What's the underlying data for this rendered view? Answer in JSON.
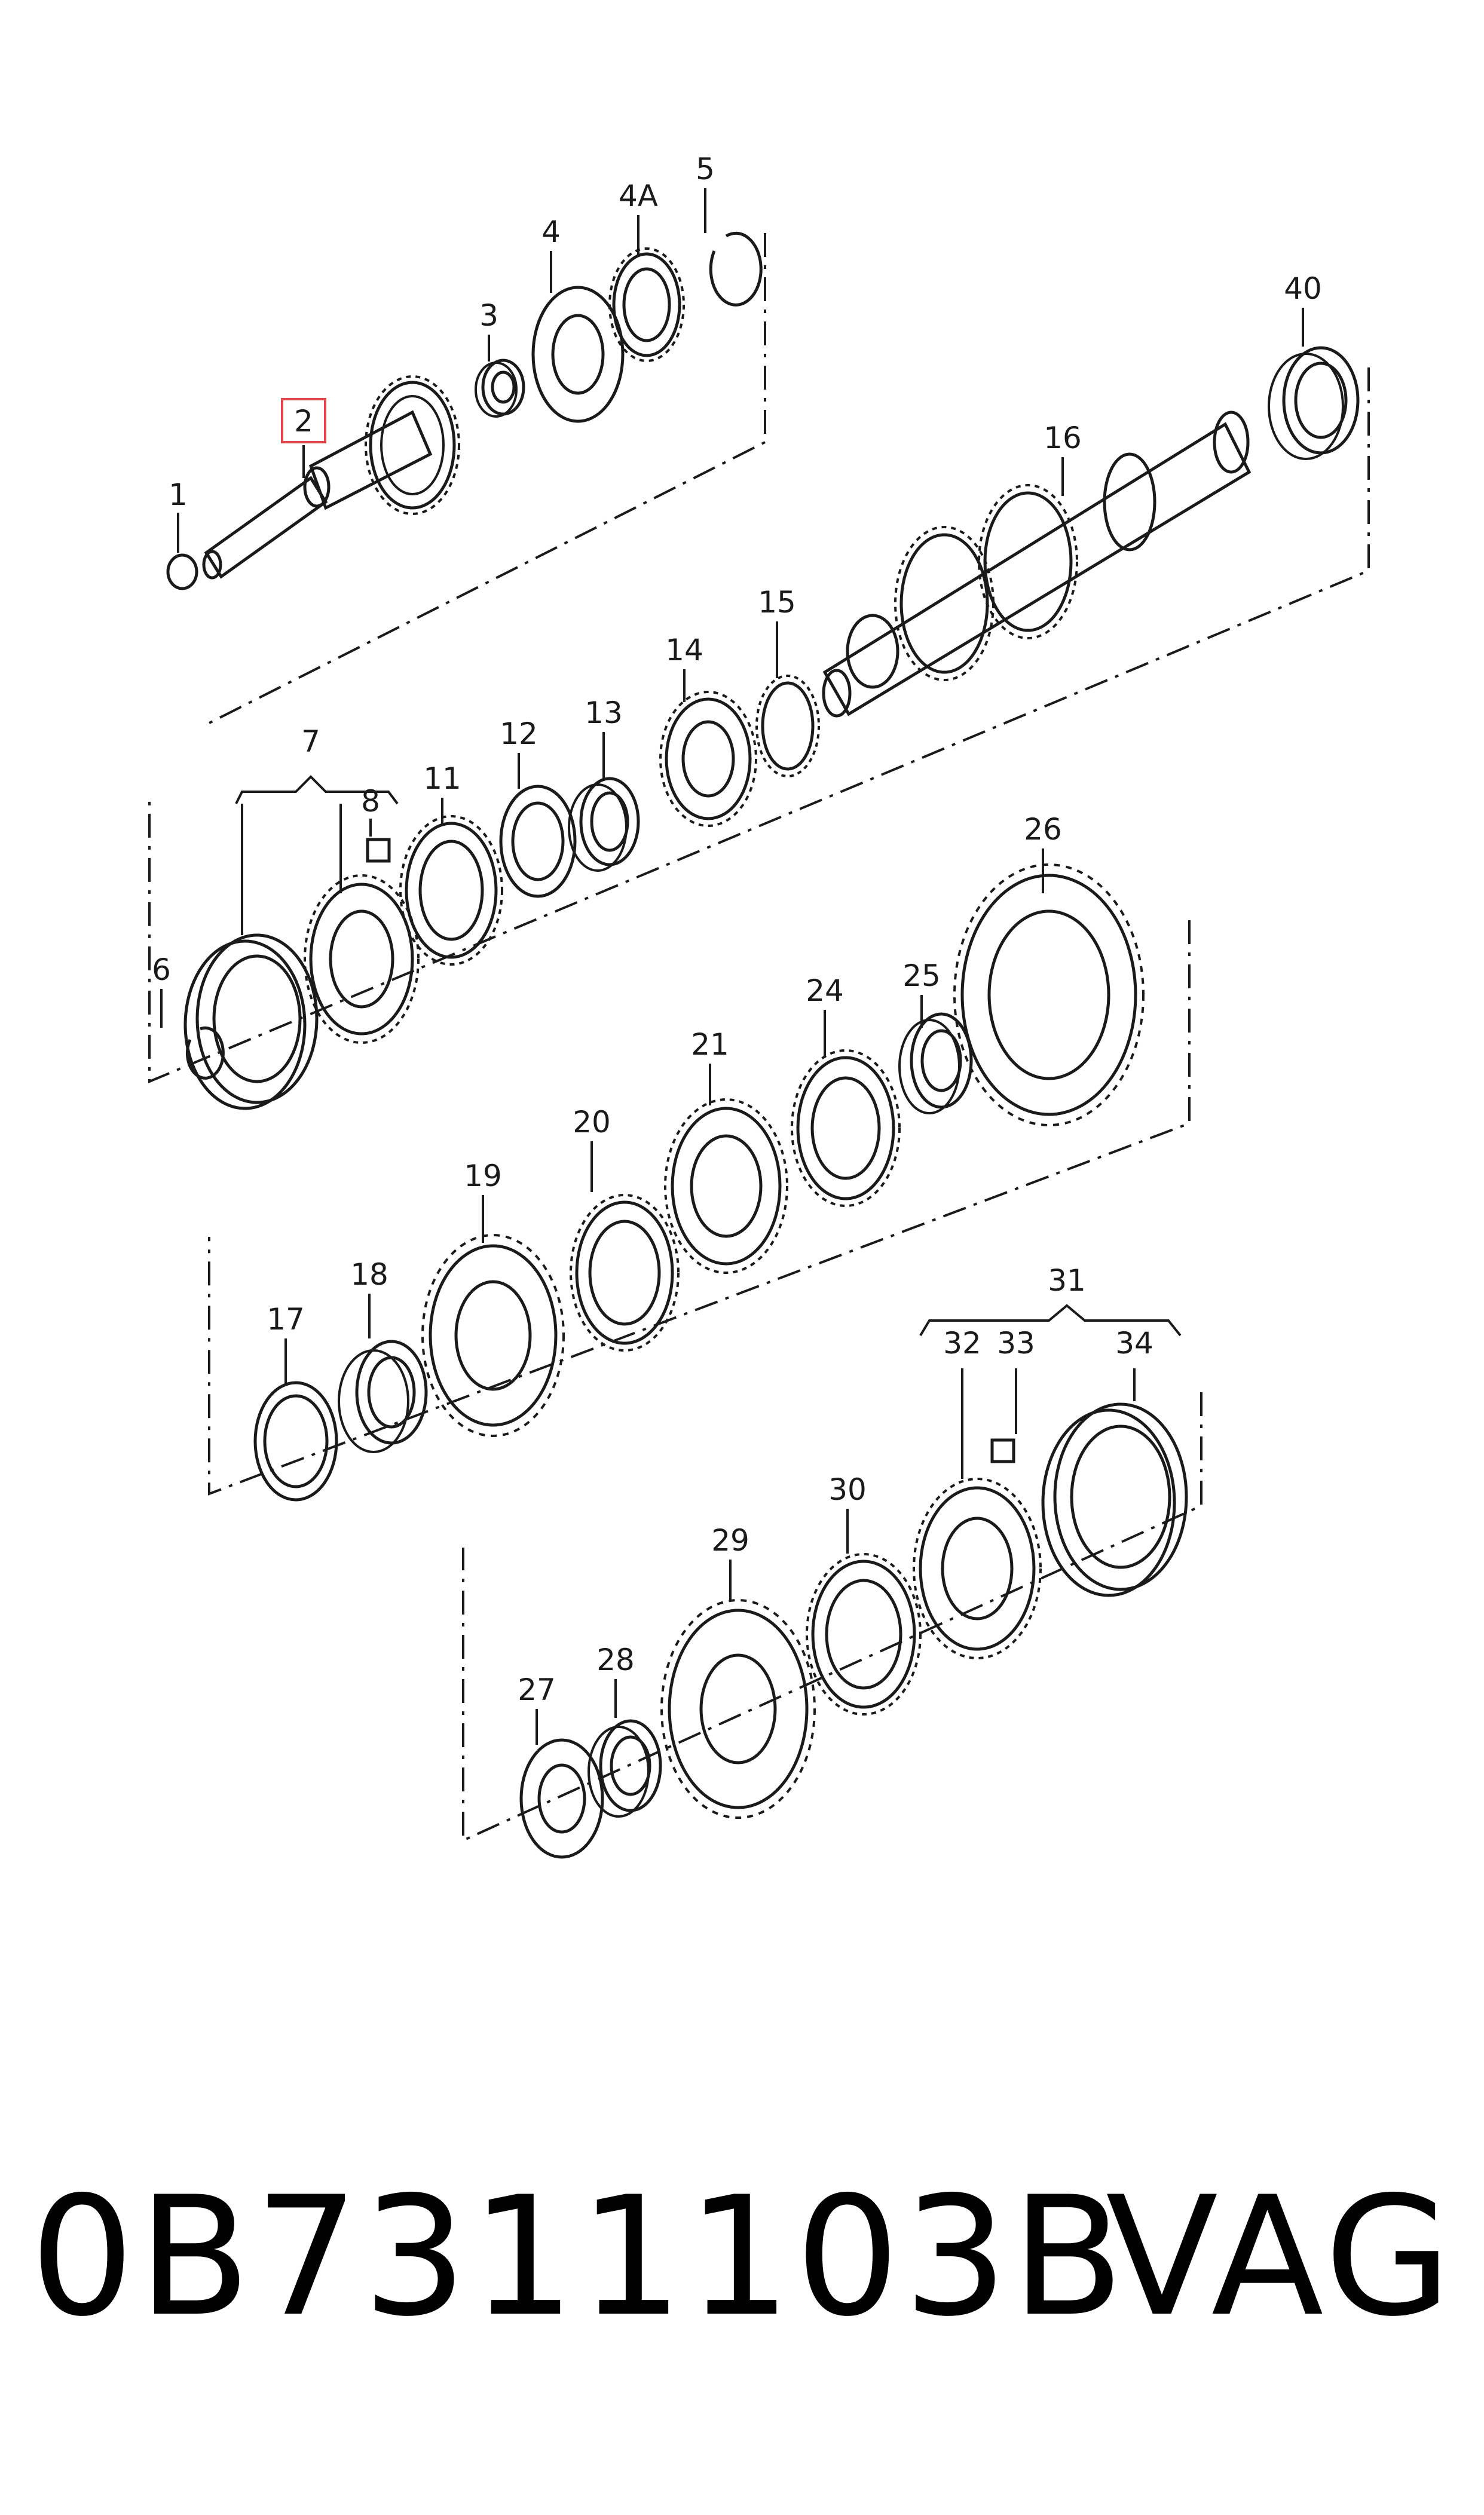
{
  "labels": [
    {
      "id": "p1",
      "text": "1"
    },
    {
      "id": "p2",
      "text": "2"
    },
    {
      "id": "p3",
      "text": "3"
    },
    {
      "id": "p4",
      "text": "4"
    },
    {
      "id": "p4a",
      "text": "4A"
    },
    {
      "id": "p5",
      "text": "5"
    },
    {
      "id": "p6",
      "text": "6"
    },
    {
      "id": "p7",
      "text": "7"
    },
    {
      "id": "p8",
      "text": "8"
    },
    {
      "id": "p11",
      "text": "11"
    },
    {
      "id": "p12",
      "text": "12"
    },
    {
      "id": "p13",
      "text": "13"
    },
    {
      "id": "p14",
      "text": "14"
    },
    {
      "id": "p15",
      "text": "15"
    },
    {
      "id": "p16",
      "text": "16"
    },
    {
      "id": "p17",
      "text": "17"
    },
    {
      "id": "p18",
      "text": "18"
    },
    {
      "id": "p19",
      "text": "19"
    },
    {
      "id": "p20",
      "text": "20"
    },
    {
      "id": "p21",
      "text": "21"
    },
    {
      "id": "p24",
      "text": "24"
    },
    {
      "id": "p25",
      "text": "25"
    },
    {
      "id": "p26",
      "text": "26"
    },
    {
      "id": "p27",
      "text": "27"
    },
    {
      "id": "p28",
      "text": "28"
    },
    {
      "id": "p29",
      "text": "29"
    },
    {
      "id": "p30",
      "text": "30"
    },
    {
      "id": "p31",
      "text": "31"
    },
    {
      "id": "p32",
      "text": "32"
    },
    {
      "id": "p33",
      "text": "33"
    },
    {
      "id": "p34",
      "text": "34"
    },
    {
      "id": "p40",
      "text": "40"
    }
  ],
  "highlighted_label": "p2",
  "highlight_color": "#e0474c",
  "footer": {
    "part_number": "0B7311103B",
    "brand": "VAG"
  }
}
